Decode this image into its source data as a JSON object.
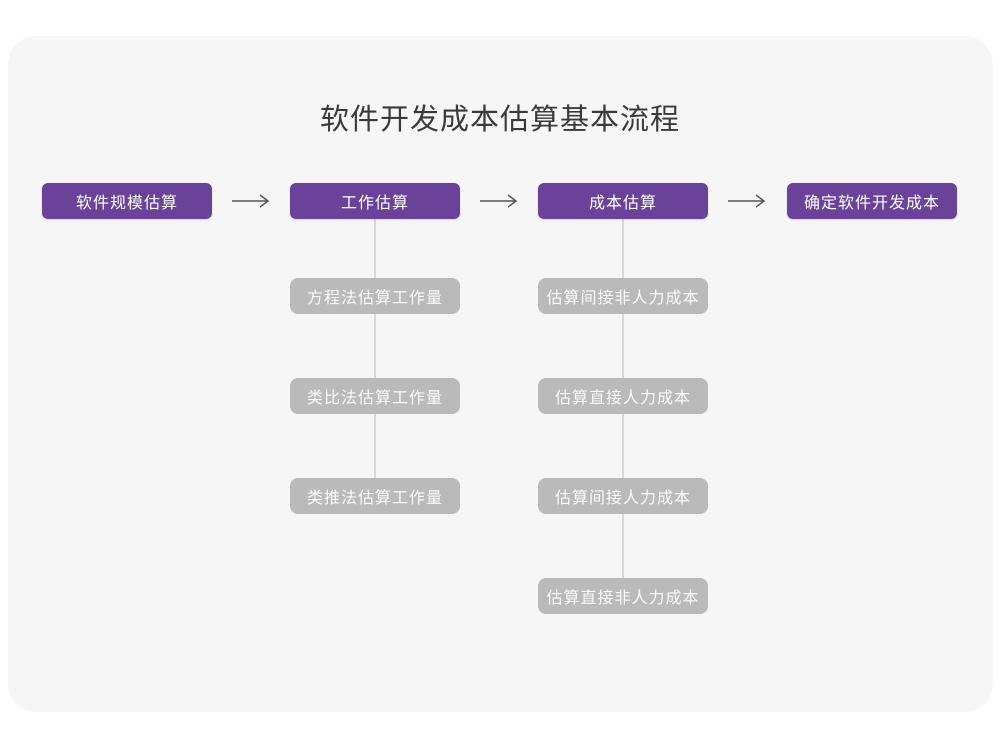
{
  "title": "软件开发成本估算基本流程",
  "flowchart": {
    "main_steps": [
      {
        "label": "软件规模估算"
      },
      {
        "label": "工作估算"
      },
      {
        "label": "成本估算"
      },
      {
        "label": "确定软件开发成本"
      }
    ],
    "work_estimation_methods": [
      {
        "label": "方程法估算工作量"
      },
      {
        "label": "类比法估算工作量"
      },
      {
        "label": "类推法估算工作量"
      }
    ],
    "cost_estimation_steps": [
      {
        "label": "估算间接非人力成本"
      },
      {
        "label": "估算直接人力成本"
      },
      {
        "label": "估算间接人力成本"
      },
      {
        "label": "估算直接非人力成本"
      }
    ]
  },
  "colors": {
    "primary_node": "#6b4299",
    "secondary_node": "#bababa",
    "card_background": "#f6f6f7",
    "page_background": "#ffffff",
    "connector": "#d8d8d8",
    "arrow": "#555555",
    "title_text": "#3a3a3a"
  }
}
